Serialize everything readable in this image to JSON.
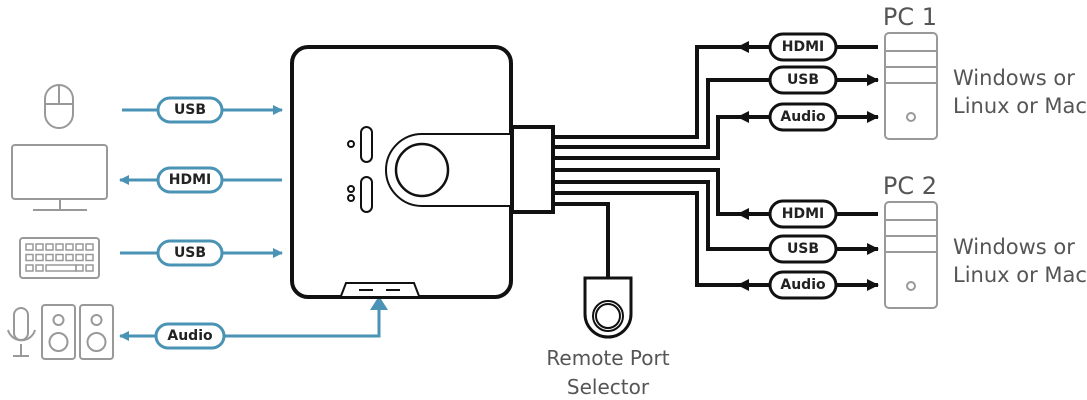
{
  "colors": {
    "local": "#4a93b4",
    "pc": "#111111",
    "device_gray": "#999999",
    "text_gray": "#555555"
  },
  "local_devices": [
    {
      "icon": "mouse-icon",
      "cable": "USB",
      "direction": "to-switch"
    },
    {
      "icon": "monitor-icon",
      "cable": "HDMI",
      "direction": "from-switch"
    },
    {
      "icon": "keyboard-icon",
      "cable": "USB",
      "direction": "to-switch"
    },
    {
      "icon": "microphone-speakers-icon",
      "cable": "Audio",
      "direction": "from-switch"
    }
  ],
  "remote": {
    "label_line1": "Remote Port",
    "label_line2": "Selector"
  },
  "pcs": [
    {
      "title": "PC 1",
      "os_line1": "Windows or",
      "os_line2": "Linux or Mac",
      "cables": [
        "HDMI",
        "USB",
        "Audio"
      ]
    },
    {
      "title": "PC 2",
      "os_line1": "Windows or",
      "os_line2": "Linux or Mac",
      "cables": [
        "HDMI",
        "USB",
        "Audio"
      ]
    }
  ]
}
